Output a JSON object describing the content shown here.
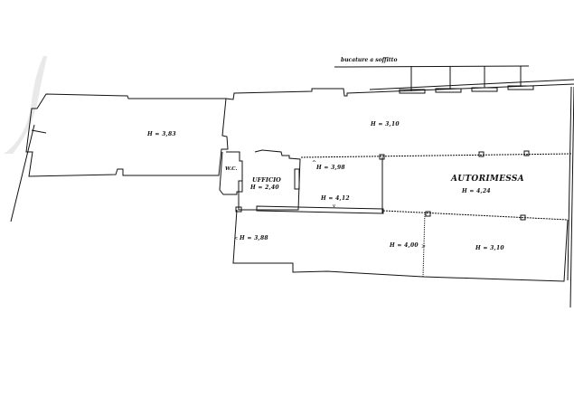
{
  "drawing": {
    "type": "floor plan",
    "stroke_color": "#111111",
    "background": "#ffffff"
  },
  "annotations": {
    "ceiling_openings": "bucature a soffitto"
  },
  "rooms": [
    {
      "id": "left-hall",
      "name": "",
      "height_label": "H = 3,83"
    },
    {
      "id": "upper-hall",
      "name": "",
      "height_label": "H = 3,10"
    },
    {
      "id": "wc",
      "name": "W.C.",
      "height_label": ""
    },
    {
      "id": "ufficio",
      "name": "UFFICIO",
      "height_label": "H = 2,40"
    },
    {
      "id": "mid-room",
      "name": "",
      "height_label": "H = 3,98"
    },
    {
      "id": "mid-room-lower",
      "name": "",
      "height_label": "H = 4,12"
    },
    {
      "id": "autorimessa",
      "name": "AUTORIMESSA",
      "height_label": "H = 4,24"
    },
    {
      "id": "lower-left",
      "name": "",
      "height_label": "H = 3,88"
    },
    {
      "id": "lower-mid",
      "name": "",
      "height_label": "H = 4,00"
    },
    {
      "id": "lower-right",
      "name": "",
      "height_label": "H = 3,10"
    }
  ]
}
